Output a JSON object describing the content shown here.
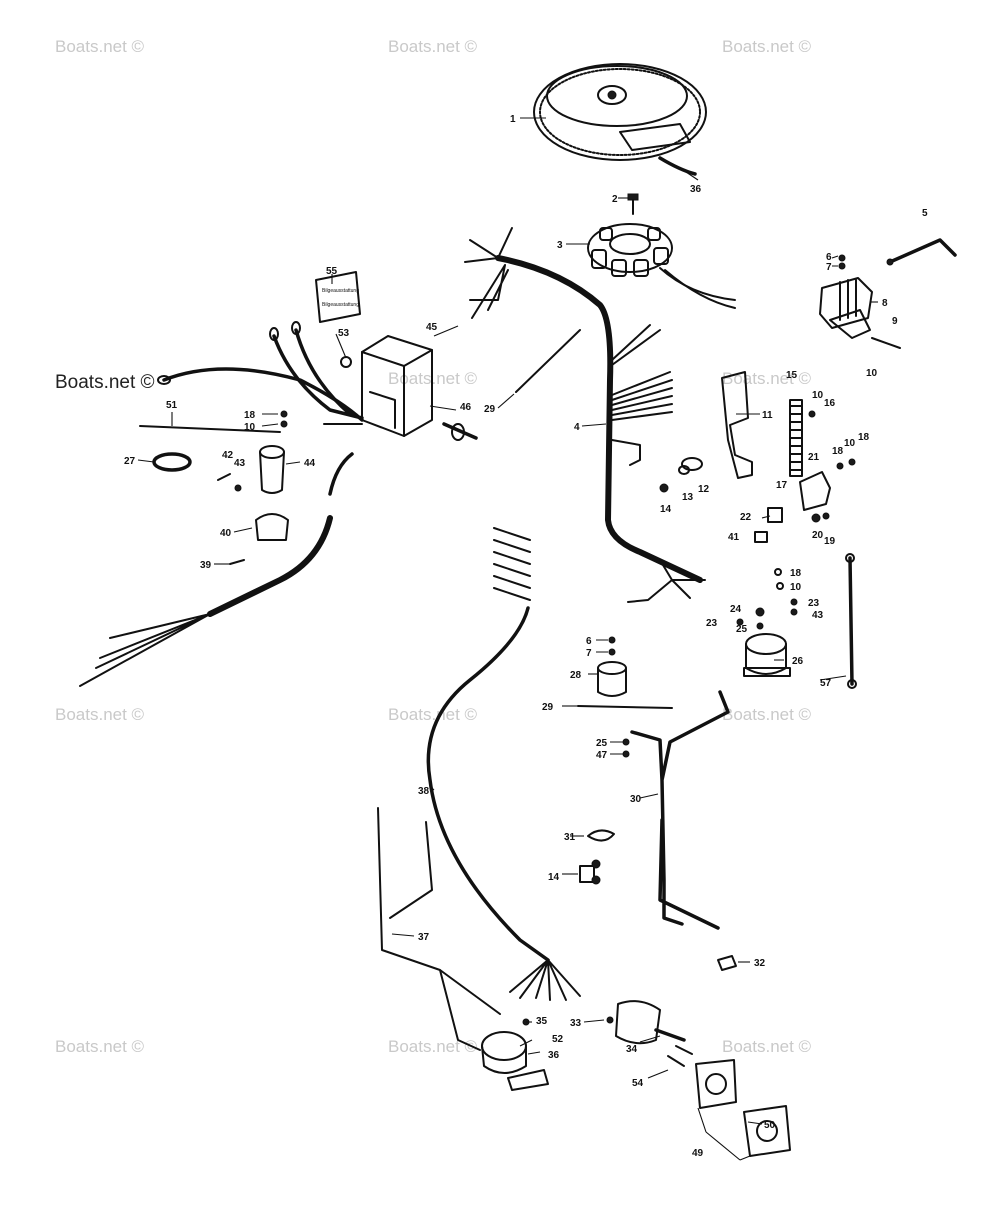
{
  "watermarks": {
    "light": "Boats.net ©",
    "dark": "Boats.net ©"
  },
  "decal_text": {
    "line1": "Bilgeausstattung",
    "line2": "Bilgeausstattung"
  },
  "callouts": {
    "c1": "1",
    "c2": "2",
    "c3": "3",
    "c4": "4",
    "c5": "5",
    "c6a": "6",
    "c6b": "6",
    "c7a": "7",
    "c7b": "7",
    "c8": "8",
    "c9": "9",
    "c10a": "10",
    "c10b": "10",
    "c10c": "10",
    "c10d": "10",
    "c10e": "10",
    "c11": "11",
    "c12": "12",
    "c13": "13",
    "c14a": "14",
    "c14b": "14",
    "c15": "15",
    "c16": "16",
    "c17": "17",
    "c18a": "18",
    "c18b": "18",
    "c18c": "18",
    "c18d": "18",
    "c19": "19",
    "c20": "20",
    "c21": "21",
    "c22": "22",
    "c23a": "23",
    "c23b": "23",
    "c24": "24",
    "c25a": "25",
    "c25b": "25",
    "c26": "26",
    "c27": "27",
    "c28": "28",
    "c29a": "29",
    "c29b": "29",
    "c30": "30",
    "c31": "31",
    "c32": "32",
    "c33": "33",
    "c34": "34",
    "c35": "35",
    "c36a": "36",
    "c36b": "36",
    "c37": "37",
    "c38": "38",
    "c39": "39",
    "c40": "40",
    "c41": "41",
    "c42": "42",
    "c43a": "43",
    "c43b": "43",
    "c44": "44",
    "c45": "45",
    "c46": "46",
    "c47": "47",
    "c49": "49",
    "c50": "50",
    "c51": "51",
    "c52": "52",
    "c53": "53",
    "c54": "54",
    "c55": "55",
    "c57": "57"
  }
}
